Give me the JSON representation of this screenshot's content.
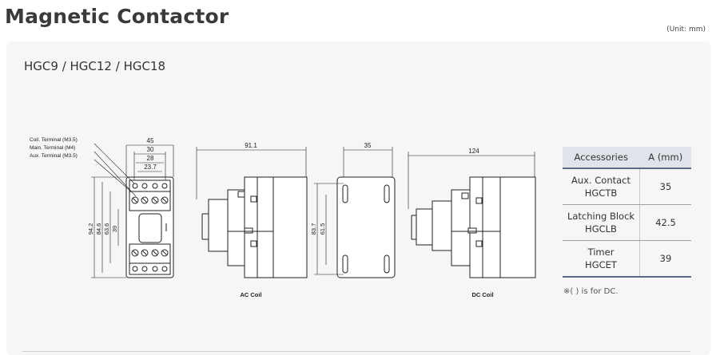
{
  "page": {
    "title": "Magnetic Contactor",
    "unit": "(Unit: mm)"
  },
  "section": {
    "subtitle": "HGC9 / HGC12 / HGC18"
  },
  "drawings": {
    "front": {
      "terminal_labels": [
        "Coil. Terminal (M3.5)",
        "Main. Terminal (M4)",
        "Aux. Terminal (M3.5)"
      ],
      "width_dims": [
        "45",
        "30",
        "28",
        "23.7"
      ],
      "height_dims": [
        "94.2",
        "84.6",
        "63.6",
        "39"
      ]
    },
    "ac_side": {
      "width_dim": "91.1",
      "caption": "AC Coil"
    },
    "rear": {
      "width_dim": "35",
      "height_dims": [
        "83.7",
        "61.5"
      ]
    },
    "dc_side": {
      "width_dim": "124",
      "caption": "DC Coil"
    }
  },
  "accessories_table": {
    "headers": [
      "Accessories",
      "A (mm)"
    ],
    "rows": [
      {
        "name": [
          "Aux. Contact",
          "HGCTB"
        ],
        "value": "35"
      },
      {
        "name": [
          "Latching Block",
          "HGCLB"
        ],
        "value": "42.5"
      },
      {
        "name": [
          "Timer",
          "HGCET"
        ],
        "value": "39"
      }
    ]
  },
  "note": "※(    ) is for DC.",
  "colors": {
    "header_bg": "#dfe3ea",
    "header_rule": "#5a6a86",
    "panel_bg": "#f6f6f6"
  }
}
